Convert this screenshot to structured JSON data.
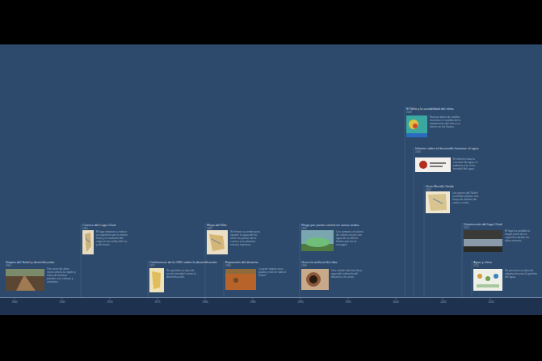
{
  "diagram": {
    "nodes": [
      {
        "text": [
          "Sequía del Sahel y desertificación",
          "1960",
          "Una serie de años secos afecta la región y miles de familias pierden sus cultivos y animales."
        ]
      },
      {
        "text": [
          "Cuenca del Lago Chad",
          "1965",
          "El lago empieza a reducir su superficie por la menor lluvia y el aumento del riego en las orillas del sur y del oeste."
        ]
      },
      {
        "text": [
          "Conferencia de la ONU sobre la desertificación",
          "1977",
          "Se aprueba un plan de acción mundial contra la desertificación."
        ]
      },
      {
        "text": [
          "Mapa del Nilo",
          "1982",
          "Se firman acuerdos para repartir el agua del río entre los países de la cuenca y se planean nuevas represas."
        ]
      },
      {
        "text": [
          "Expansión del desierto",
          "1984",
          "La gran sequía seca pozos y ríos en todo el Sahel."
        ]
      },
      {
        "text": [
          "Riego por pivote central en zonas áridas",
          "1992",
          "Los campos circulares de cultivo crecen con agua de acuíferos fósiles que no se recargan."
        ]
      },
      {
        "text": [
          "Gran río artificial de Libia",
          "1996",
          "Una red de tuberías lleva agua del subsuelo del desierto a la costa."
        ]
      },
      {
        "text": [
          "El Niño y la variabilidad del clima",
          "2003",
          "Nuevos datos de satélite muestran el cambio de la temperatura del mar y su efecto en las lluvias."
        ]
      },
      {
        "text": [
          "Informe sobre el desarrollo humano: el agua",
          "2006",
          "El informe trata la escasez de agua, la pobreza y la crisis mundial del agua."
        ]
      },
      {
        "text": [
          "Gran Muralla Verde",
          "2007",
          "Los países del Sahel acuerdan plantar una franja de árboles de costa a costa."
        ]
      },
      {
        "text": [
          "Disminución del lago Chad",
          "2012",
          "El lago ha perdido la mayor parte de su superficie desde los años sesenta."
        ]
      },
      {
        "text": [
          "Agua y clima",
          "2015",
          "Se presenta un plan de adaptación para la gestión del agua."
        ]
      }
    ],
    "labels": [
      "1960",
      "1965",
      "1970",
      "1975",
      "1980",
      "1985",
      "1990",
      "1995",
      "2000",
      "2005",
      "2010"
    ]
  }
}
